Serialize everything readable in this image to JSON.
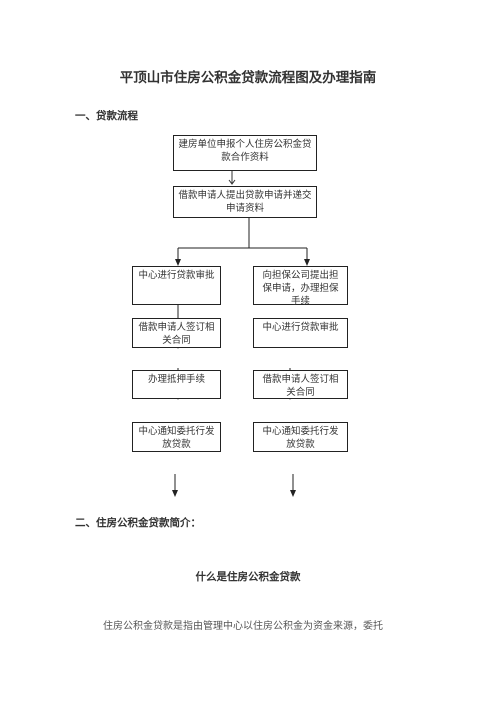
{
  "title": "平顶山市住房公积金贷款流程图及办理指南",
  "section1": "一、贷款流程",
  "flow": {
    "box1": "建房单位申报个人住房公积金贷款合作资料",
    "box2": "借款申请人提出贷款申请并递交申请资料",
    "left": [
      "中心进行贷款审批",
      "借款申请人签订相关合同",
      "办理抵押手续",
      "中心通知委托行发放贷款"
    ],
    "right": [
      "向担保公司提出担保申请，办理担保手续",
      "中心进行贷款审批",
      "借款申请人签订相关合同",
      "中心通知委托行发放贷款"
    ]
  },
  "section2": "二、住房公积金贷款简介：",
  "subheading": "什么是住房公积金贷款",
  "paragraph": "住房公积金贷款是指由管理中心以住房公积金为资金来源，委托"
}
